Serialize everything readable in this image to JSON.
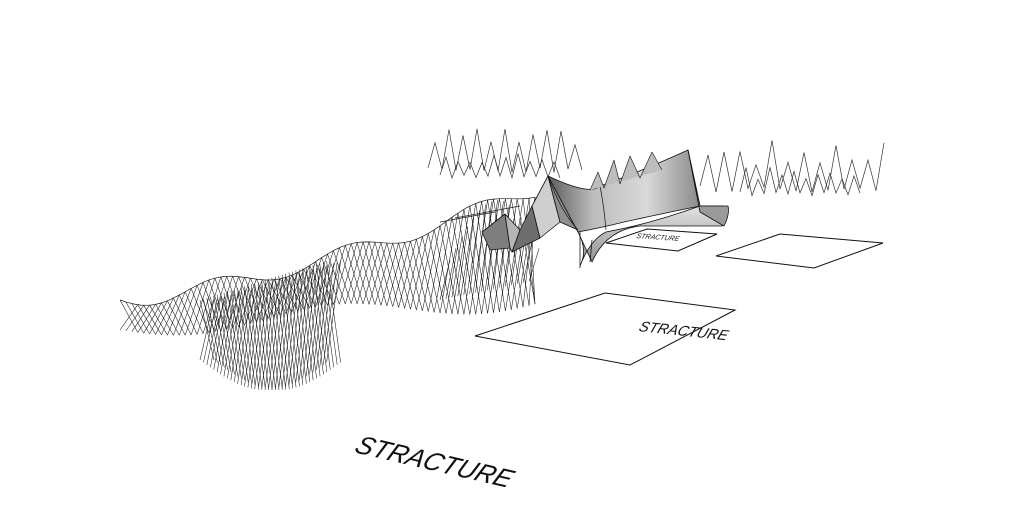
{
  "labels": {
    "main": "STRACTURE",
    "right": "STRACTURE",
    "small": "STRACTURE"
  },
  "colors": {
    "background": "#ffffff",
    "line": "#222222",
    "surface_light": "#d6d6d6",
    "surface_mid": "#a9a9a9",
    "surface_dark": "#6b6b6b"
  }
}
